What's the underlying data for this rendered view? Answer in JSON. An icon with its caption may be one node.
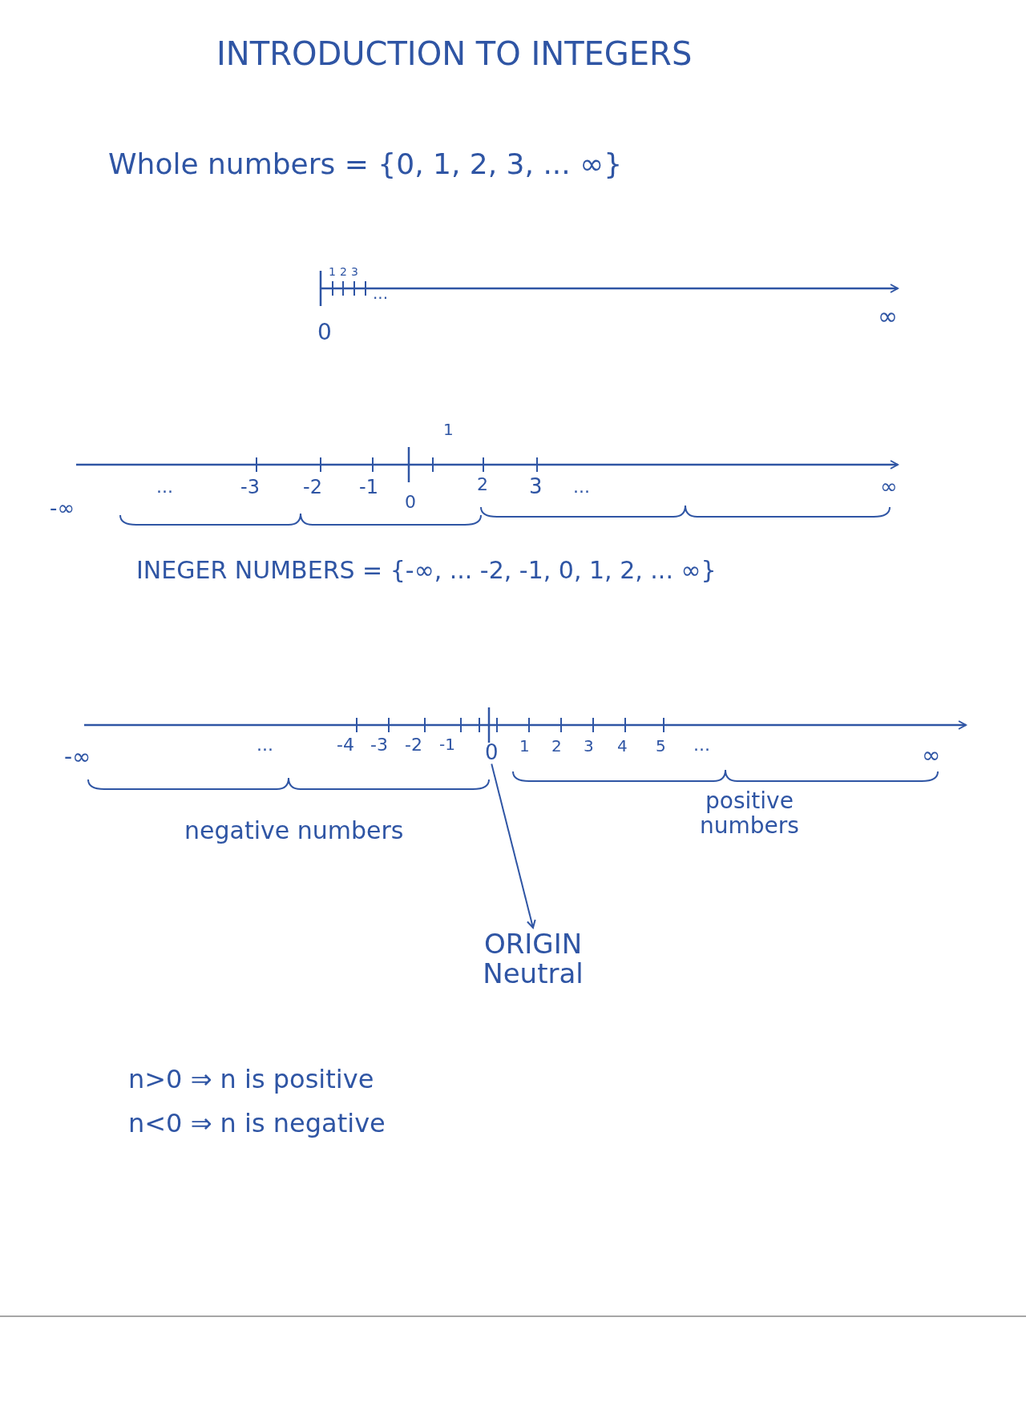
{
  "diagram": {
    "title": "INTRODUCTION TO INTEGERS",
    "nodes": [
      {
        "text": [
          "0"
        ]
      },
      {
        "text": [
          "ORIGIN Neutral"
        ]
      }
    ],
    "edges": [
      {
        "from": 0,
        "to": 1,
        "arrow": "to"
      }
    ],
    "labels": [
      "Whole numbers = {0, 1, 2, 3, ... ∞}",
      "1",
      "2",
      "3",
      "...",
      "0",
      "∞",
      "1",
      "...",
      "-3",
      "-2",
      "-1",
      "2",
      "3",
      "...",
      "∞",
      "-∞",
      "0",
      "INEGER NUMBERS = {-∞, ... -2, -1, 0, 1, 2, ... ∞}",
      "-∞",
      "...",
      "-4",
      "-3",
      "-2",
      "-1",
      "1",
      "2",
      "3",
      "4",
      "5",
      "...",
      "∞",
      "negative numbers",
      "positive numbers",
      "n>0 ⇒ n is positive",
      "n<0 ⇒ n is negative"
    ]
  }
}
